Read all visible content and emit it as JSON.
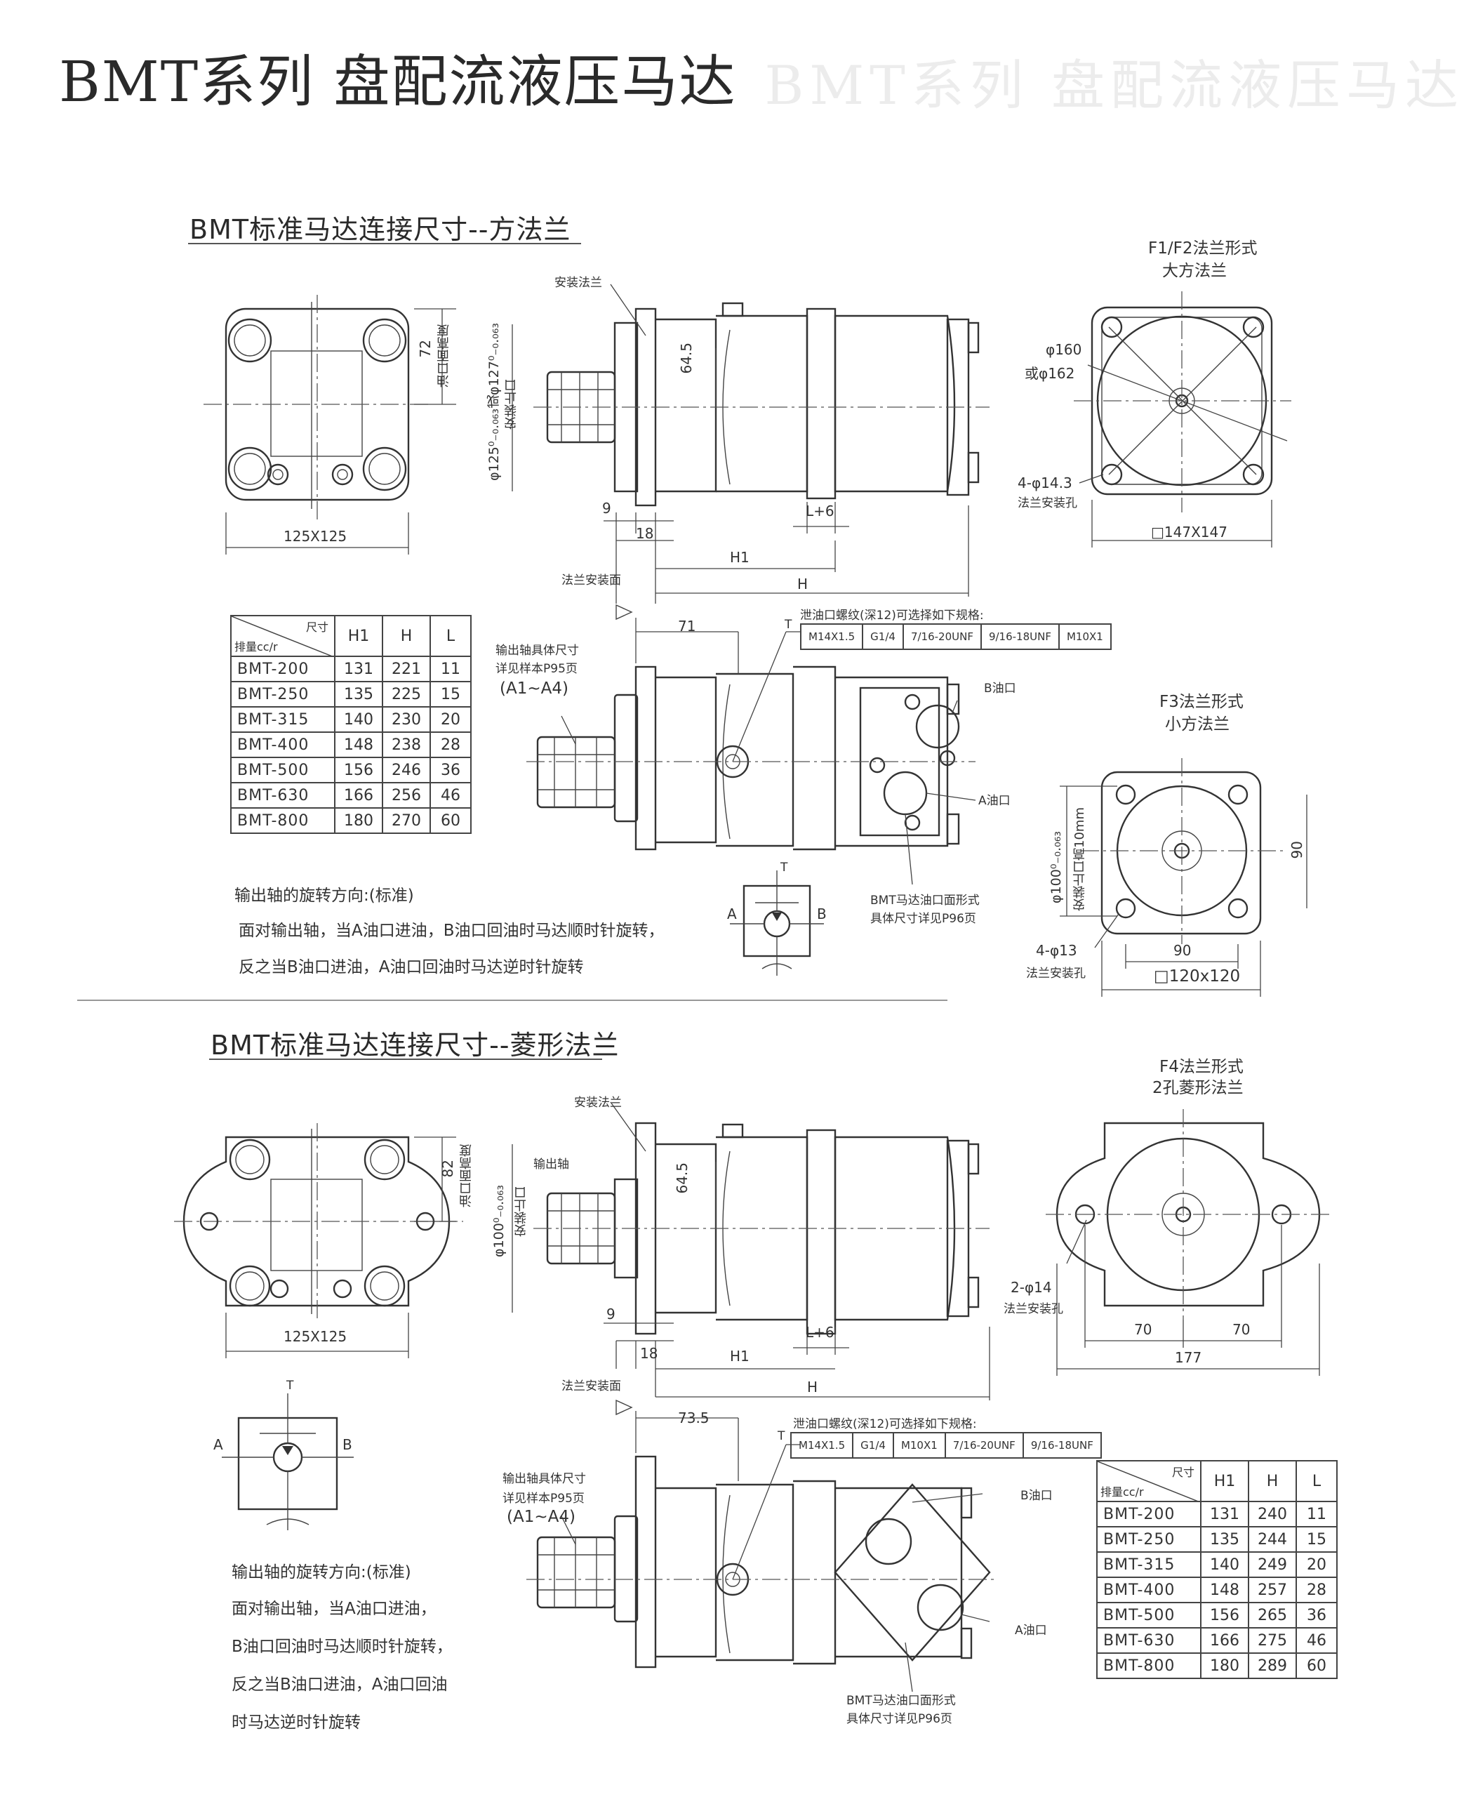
{
  "header": {
    "title": "BMT系列 盘配流液压马达",
    "ghost_title": "BMT系列 盘配流液压马达"
  },
  "square": {
    "section_title": "BMT标准马达连接尺寸--方法兰",
    "front_view": {
      "dim_width": "125X125",
      "dim_height": "72",
      "oil_height_label": "油口面高度"
    },
    "side_view": {
      "mount_flange_label": "安装法兰",
      "pilot_dia": "φ125⁰₋₀.₀₆₃或φ127⁰₋₀.₀₆₃",
      "pilot_label": "安装止口",
      "dim_64_5": "64.5",
      "dim_9": "9",
      "dim_18": "18",
      "dim_l6": "L+6",
      "dim_h1": "H1",
      "dim_h": "H",
      "flange_face_label": "法兰安装面"
    },
    "flange_f1f2": {
      "title_line1": "F1/F2法兰形式",
      "title_line2": "大方法兰",
      "dia_160": "φ160",
      "dia_162": "或φ162",
      "holes": "4-φ14.3",
      "holes_label": "法兰安装孔",
      "size": "□147X147"
    },
    "table": {
      "corner_top": "尺寸",
      "corner_bottom": "排量cc/r",
      "headers": [
        "H1",
        "H",
        "L"
      ],
      "rows": [
        {
          "model": "BMT-200",
          "h1": "131",
          "h": "221",
          "l": "11"
        },
        {
          "model": "BMT-250",
          "h1": "135",
          "h": "225",
          "l": "15"
        },
        {
          "model": "BMT-315",
          "h1": "140",
          "h": "230",
          "l": "20"
        },
        {
          "model": "BMT-400",
          "h1": "148",
          "h": "238",
          "l": "28"
        },
        {
          "model": "BMT-500",
          "h1": "156",
          "h": "246",
          "l": "36"
        },
        {
          "model": "BMT-630",
          "h1": "166",
          "h": "256",
          "l": "46"
        },
        {
          "model": "BMT-800",
          "h1": "180",
          "h": "270",
          "l": "60"
        }
      ]
    },
    "drain_title": "泄油口螺纹(深12)可选择如下规格:",
    "drain_specs": [
      "M14X1.5",
      "G1/4",
      "7/16-20UNF",
      "9/16-18UNF",
      "M10X1"
    ],
    "dim_71": "71",
    "shaft_note": [
      "输出轴具体尺寸",
      "详见样本P95页",
      "(A1~A4)"
    ],
    "port_b": "B油口",
    "port_a": "A油口",
    "port_note": [
      "BMT马达油口面形式",
      "具体尺寸详见P96页"
    ],
    "symbol": {
      "t": "T",
      "a": "A",
      "b": "B"
    },
    "rotation": [
      "输出轴的旋转方向:(标准)",
      "面对输出轴，当A油口进油，B油口回油时马达顺时针旋转，",
      "反之当B油口进油，A油口回油时马达逆时针旋转"
    ],
    "flange_f3": {
      "title_line1": "F3法兰形式",
      "title_line2": "小方法兰",
      "pilot": "φ100⁰₋₀.₀₆₃",
      "pilot_label": "安装止口高10mm",
      "dim_90_v": "90",
      "dim_90_h": "90",
      "holes": "4-φ13",
      "holes_label": "法兰安装孔",
      "size": "□120x120"
    }
  },
  "diamond": {
    "section_title": "BMT标准马达连接尺寸--菱形法兰",
    "front_view": {
      "dim_width": "125X125",
      "dim_height": "82",
      "oil_height_label": "油口面高度"
    },
    "side_view": {
      "mount_flange_label": "安装法兰",
      "shaft_label": "输出轴",
      "pilot_dia": "φ100⁰₋₀.₀₆₃",
      "pilot_label": "安装止口",
      "dim_64_5": "64.5",
      "dim_9": "9",
      "dim_18": "18",
      "dim_l6": "L+6",
      "dim_h1": "H1",
      "dim_h": "H",
      "flange_face_label": "法兰安装面"
    },
    "flange_f4": {
      "title_line1": "F4法兰形式",
      "title_line2": "2孔菱形法兰",
      "holes": "2-φ14",
      "holes_label": "法兰安装孔",
      "dim_70a": "70",
      "dim_70b": "70",
      "dim_177": "177"
    },
    "dim_73_5": "73.5",
    "drain_title": "泄油口螺纹(深12)可选择如下规格:",
    "drain_specs": [
      "M14X1.5",
      "G1/4",
      "M10X1",
      "7/16-20UNF",
      "9/16-18UNF"
    ],
    "shaft_note": [
      "输出轴具体尺寸",
      "详见样本P95页",
      "(A1~A4)"
    ],
    "port_b": "B油口",
    "port_a": "A油口",
    "port_note": [
      "BMT马达油口面形式",
      "具体尺寸详见P96页"
    ],
    "symbol": {
      "t": "T",
      "a": "A",
      "b": "B"
    },
    "rotation": [
      "输出轴的旋转方向:(标准)",
      "面对输出轴，当A油口进油，",
      "B油口回油时马达顺时针旋转，",
      "反之当B油口进油，A油口回油",
      "时马达逆时针旋转"
    ],
    "table": {
      "corner_top": "尺寸",
      "corner_bottom": "排量cc/r",
      "headers": [
        "H1",
        "H",
        "L"
      ],
      "rows": [
        {
          "model": "BMT-200",
          "h1": "131",
          "h": "240",
          "l": "11"
        },
        {
          "model": "BMT-250",
          "h1": "135",
          "h": "244",
          "l": "15"
        },
        {
          "model": "BMT-315",
          "h1": "140",
          "h": "249",
          "l": "20"
        },
        {
          "model": "BMT-400",
          "h1": "148",
          "h": "257",
          "l": "28"
        },
        {
          "model": "BMT-500",
          "h1": "156",
          "h": "265",
          "l": "36"
        },
        {
          "model": "BMT-630",
          "h1": "166",
          "h": "275",
          "l": "46"
        },
        {
          "model": "BMT-800",
          "h1": "180",
          "h": "289",
          "l": "60"
        }
      ]
    }
  }
}
